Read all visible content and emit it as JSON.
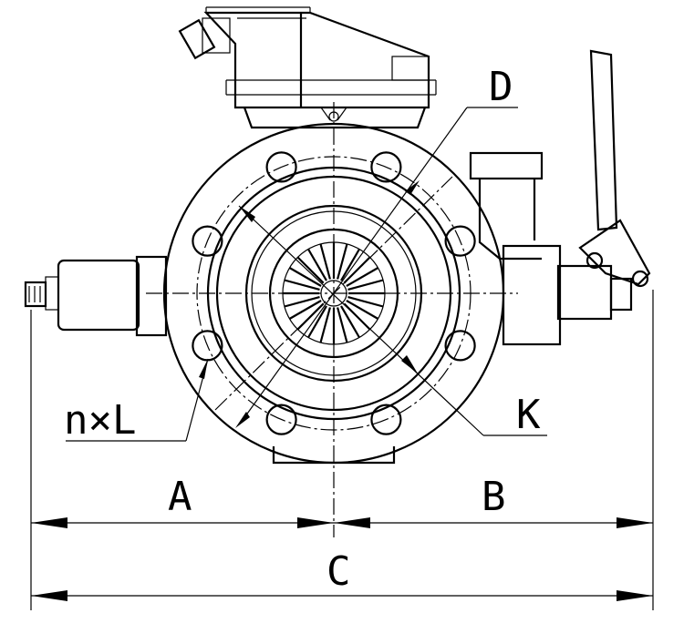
{
  "labels": {
    "D": "D",
    "K": "K",
    "nxl": "n×L",
    "A": "A",
    "B": "B",
    "C": "C"
  },
  "icons": {
    "arrowhead": "filled-triangle-arrowhead",
    "bolt_hole": "circle"
  }
}
